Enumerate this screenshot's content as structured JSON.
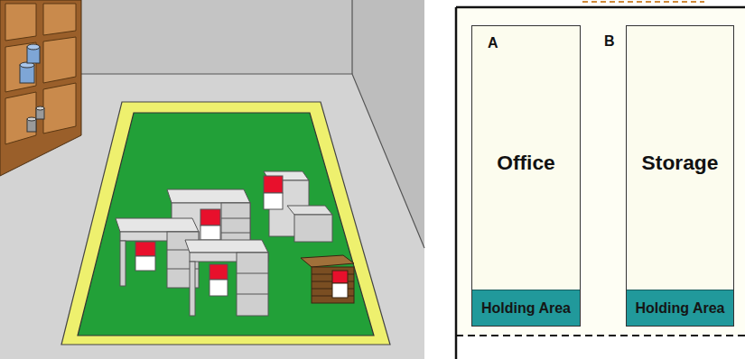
{
  "diagram": {
    "nodes": [
      {
        "text": [
          "A",
          "Office"
        ]
      },
      {
        "text": [
          "Holding Area"
        ],
        "in": 0
      },
      {
        "text": [
          "B",
          "Storage"
        ]
      },
      {
        "text": [
          "Holding Area"
        ],
        "in": 2
      }
    ]
  }
}
